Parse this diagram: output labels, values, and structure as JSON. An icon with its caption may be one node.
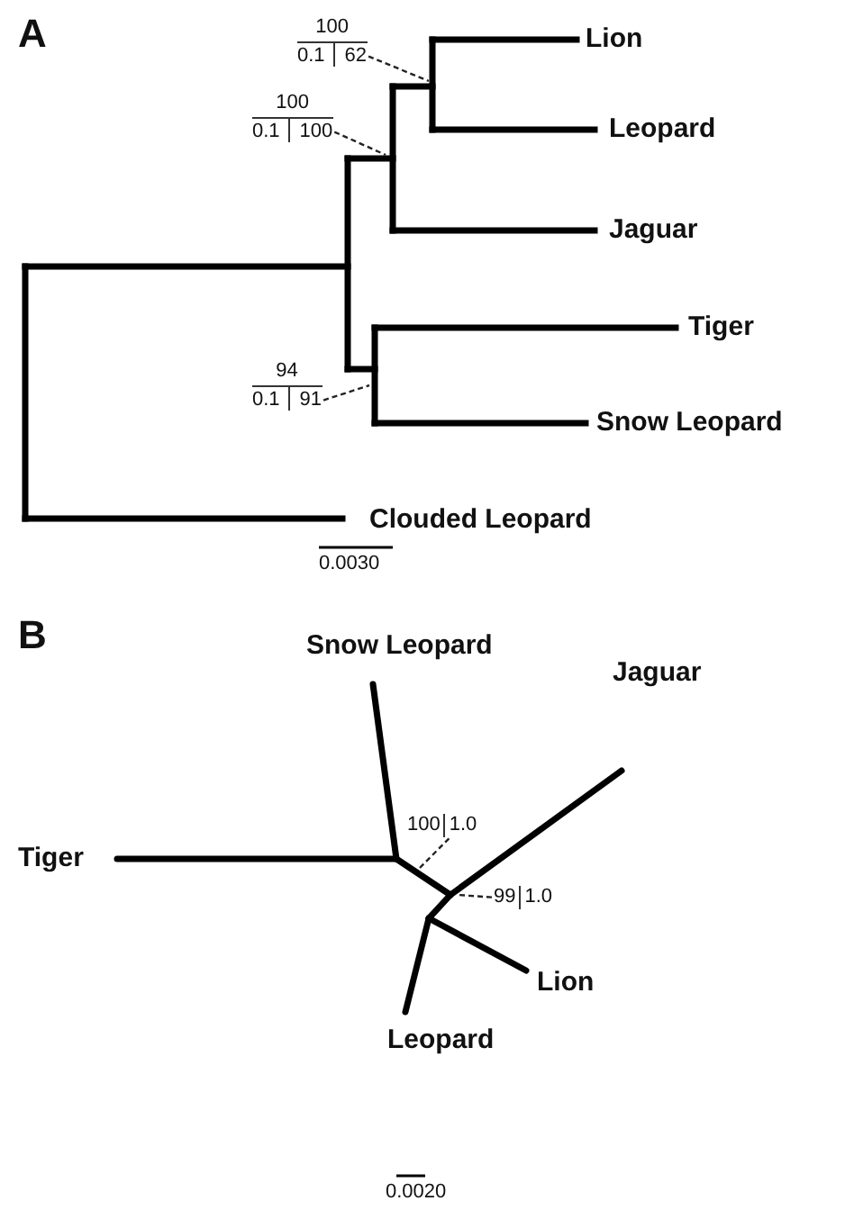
{
  "diagram": {
    "nodes": [
      {
        "text": [
          "100",
          "0.1",
          "62"
        ]
      },
      {
        "text": [
          "100",
          "0.1",
          "100"
        ]
      },
      {
        "text": [
          "94",
          "0.1",
          "91"
        ]
      },
      {
        "text": [
          "100",
          "1.0"
        ]
      },
      {
        "text": [
          "99",
          "1.0"
        ]
      }
    ],
    "edges": [
      {
        "from": 0,
        "to": null,
        "arrow": "none",
        "style": "dashed"
      },
      {
        "from": 1,
        "to": null,
        "arrow": "none",
        "style": "dashed"
      },
      {
        "from": 2,
        "to": null,
        "arrow": "none",
        "style": "dashed"
      },
      {
        "from": 3,
        "to": null,
        "arrow": "none",
        "style": "dashed"
      },
      {
        "from": 4,
        "to": null,
        "arrow": "none",
        "style": "dashed"
      }
    ],
    "labels": [
      "A",
      "Lion",
      "Leopard",
      "Jaguar",
      "Tiger",
      "Snow Leopard",
      "Clouded Leopard",
      "0.0030",
      "B",
      "Snow Leopard",
      "Jaguar",
      "Tiger",
      "Lion",
      "Leopard",
      "0.0020"
    ]
  }
}
